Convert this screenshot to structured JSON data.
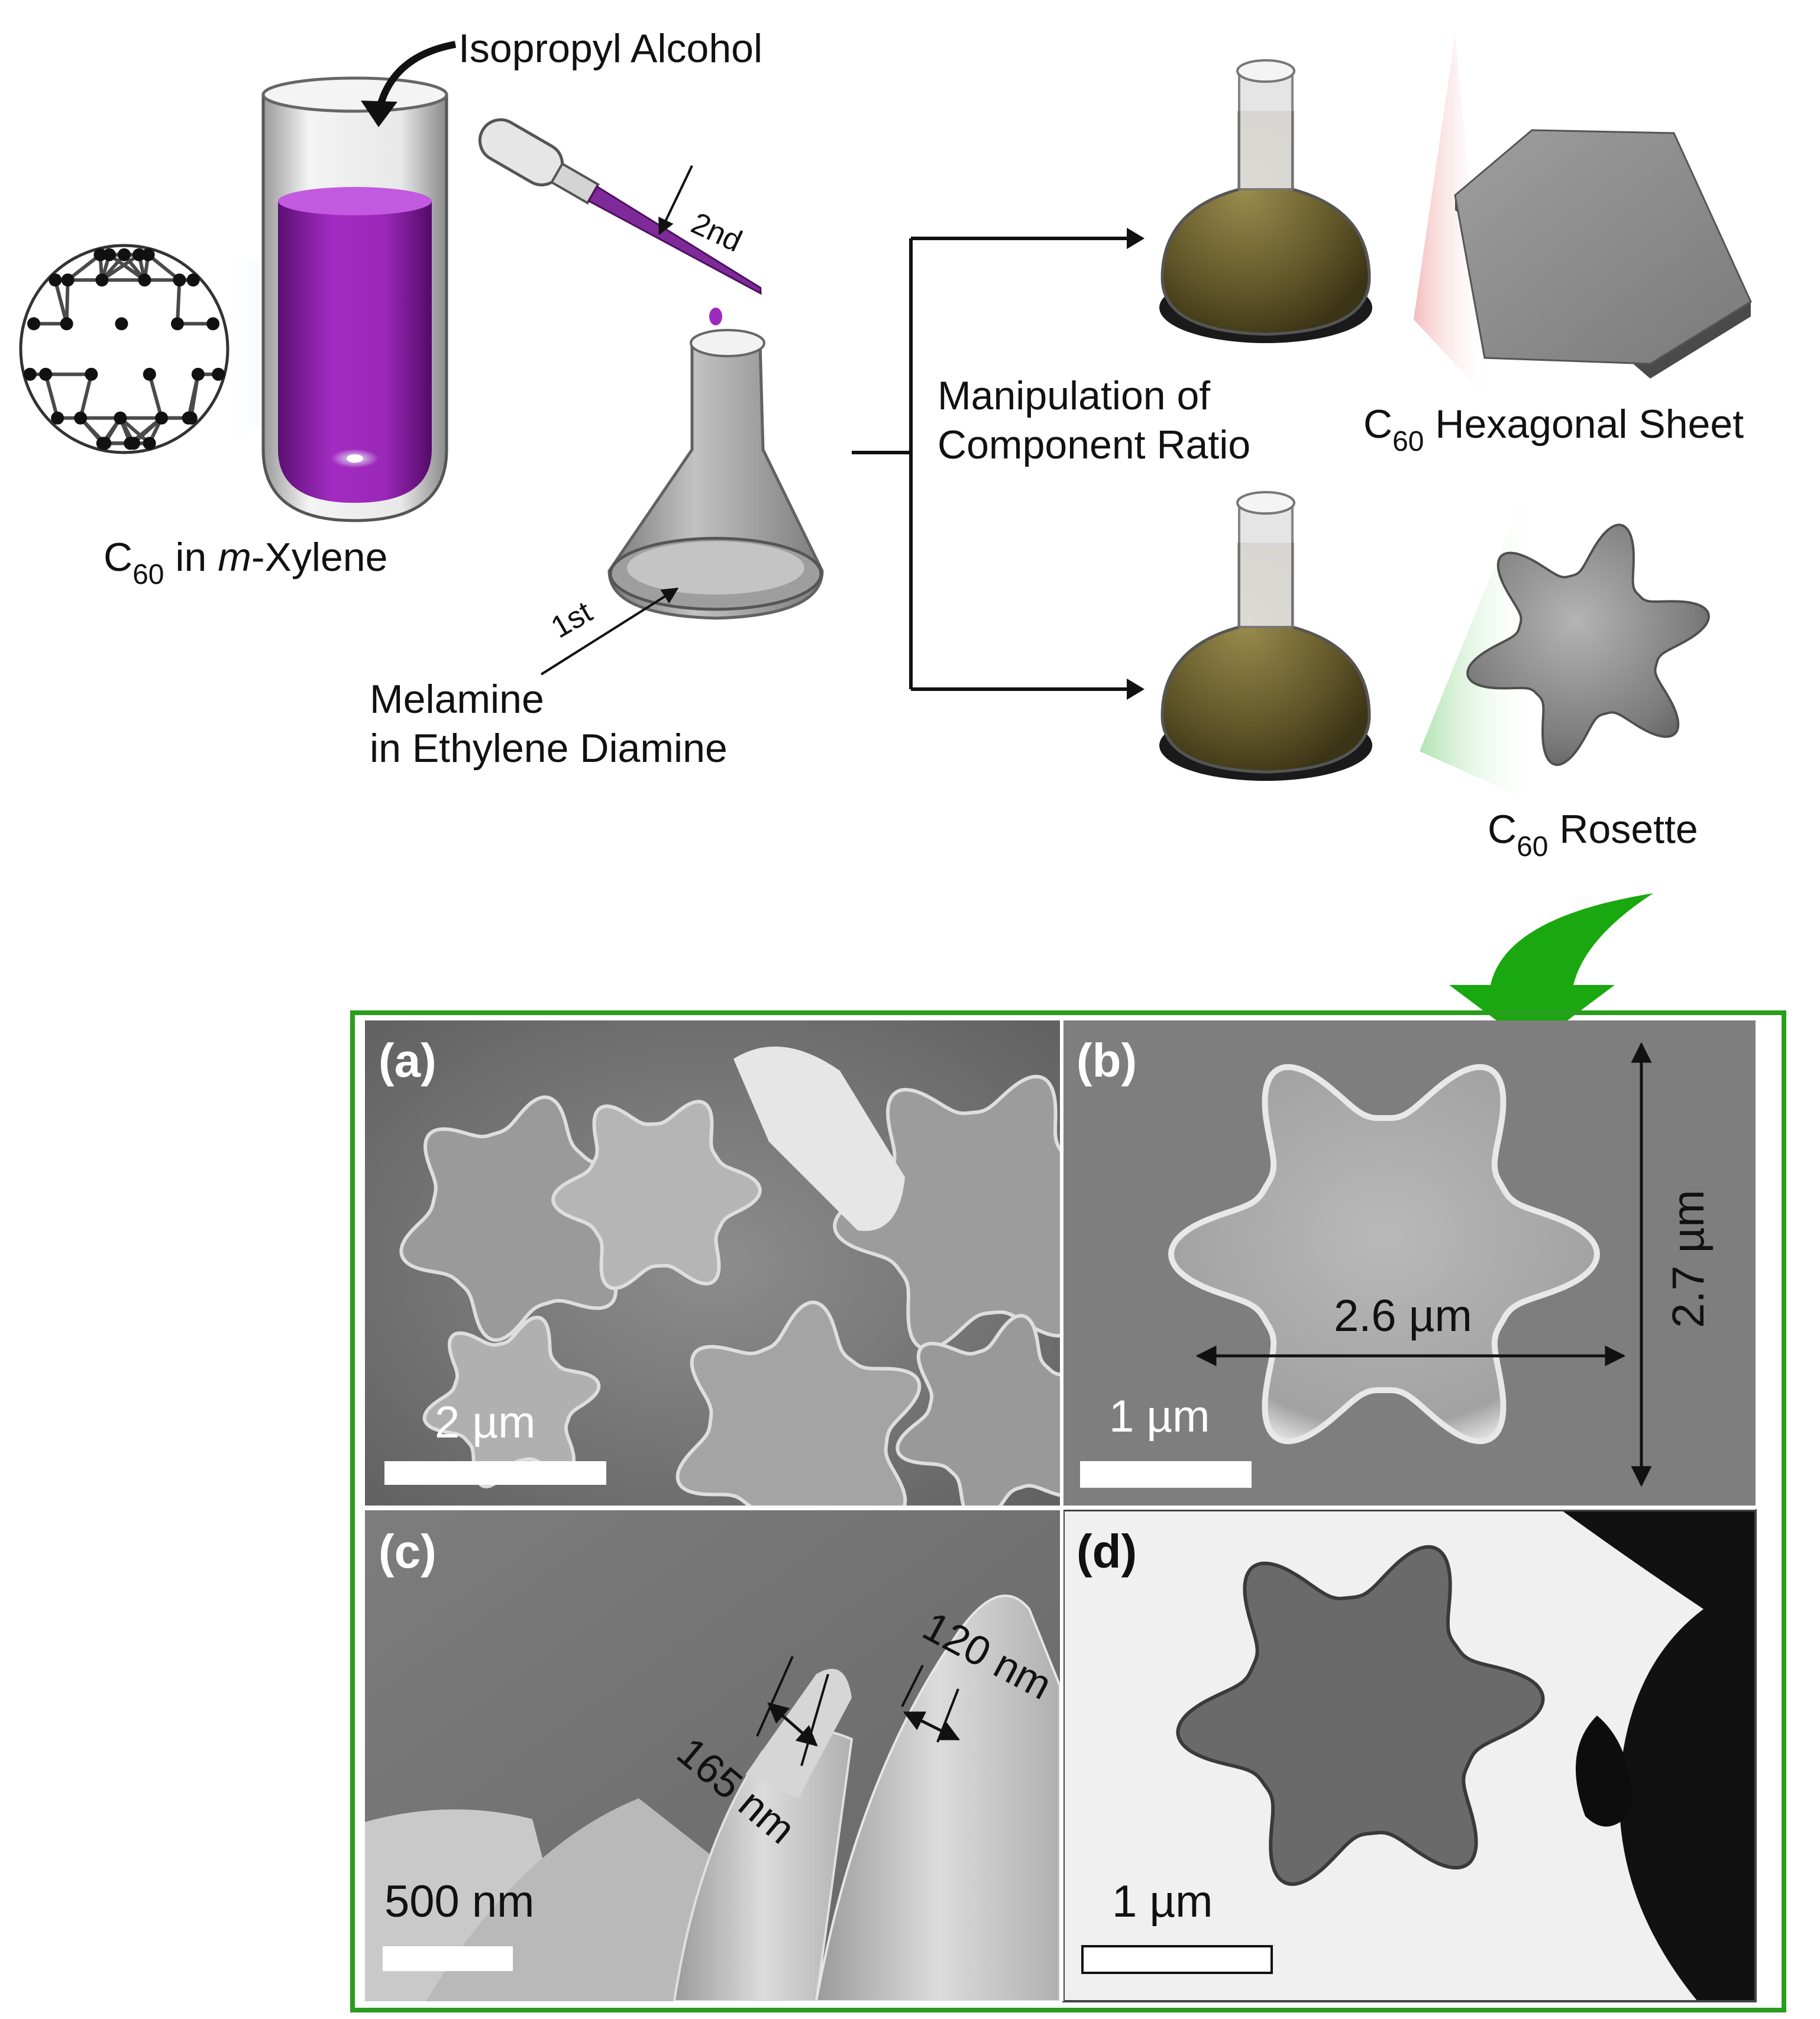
{
  "schematic": {
    "c60_solution": {
      "prefix": "C",
      "subscript": "60",
      "middle": " in ",
      "italic": "m",
      "suffix": "-Xylene"
    },
    "isopropyl_label": "Isopropyl Alcohol",
    "step_second": "2nd",
    "step_first": "1st",
    "melamine_line1": "Melamine",
    "melamine_line2": "in Ethylene Diamine",
    "manipulation_line1": "Manipulation of",
    "manipulation_line2": "Component Ratio",
    "hex_sheet": {
      "prefix": "C",
      "subscript": "60",
      "suffix": " Hexagonal Sheet"
    },
    "rosette": {
      "prefix": "C",
      "subscript": "60",
      "suffix": " Rosette"
    }
  },
  "micrographs": {
    "frame_color": "#2a9d1f",
    "arrow_color": "#19a80f",
    "panels": [
      {
        "id": "a",
        "label": "(a)",
        "scale_bar": "2 µm"
      },
      {
        "id": "b",
        "label": "(b)",
        "scale_bar": "1 µm",
        "width_label": "2.6 µm",
        "height_label": "2.7 µm"
      },
      {
        "id": "c",
        "label": "(c)",
        "scale_bar": "500 nm",
        "thickness_1": "120 nm",
        "thickness_2": "165 nm"
      },
      {
        "id": "d",
        "label": "(d)",
        "scale_bar": "1 µm"
      }
    ]
  },
  "colors": {
    "solution_purple": "#8a1fa6",
    "flask_olive": "#6b5f2a",
    "sheet_gray": "#8a8a8a"
  }
}
